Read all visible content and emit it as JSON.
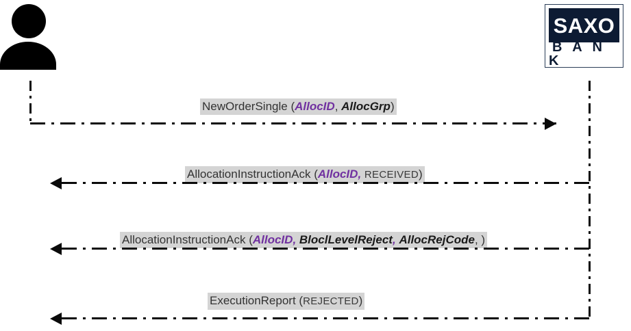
{
  "diagram": {
    "type": "uml-sequence-diagram",
    "background_color": "#ffffff",
    "accent_color": "#7030a0",
    "line_color": "#0a0a0a",
    "label_background_color": "#d4d4d4",
    "brand_navy": "#0d1b33"
  },
  "participants": {
    "left": {
      "icon": "user-actor-icon",
      "label": ""
    },
    "right": {
      "icon": "saxo-bank-logo",
      "logo_line_1": "SAXO",
      "logo_line_2": "B A N K"
    }
  },
  "messages": [
    {
      "direction": "left-to-right",
      "name": "NewOrderSingle",
      "open_paren": " (",
      "close_paren": ")",
      "params": [
        {
          "text": "AllocID",
          "style": "highlight"
        },
        {
          "text": ", ",
          "style": "plain"
        },
        {
          "text": "AllocGrp",
          "style": "field"
        }
      ],
      "full_text": "NewOrderSingle (AllocID, AllocGrp)"
    },
    {
      "direction": "right-to-left",
      "name": "AllocationInstructionAck",
      "open_paren": " (",
      "close_paren": ")",
      "params": [
        {
          "text": "AllocID",
          "style": "highlight"
        },
        {
          "text": ",",
          "style": "highlight-sep"
        },
        {
          "text": " ",
          "style": "plain"
        },
        {
          "text": "RECEIVED",
          "style": "status"
        }
      ],
      "full_text": "AllocationInstructionAck (AllocID, RECEIVED)"
    },
    {
      "direction": "right-to-left",
      "name": "AllocationInstructionAck",
      "open_paren": " (",
      "close_paren": ")",
      "params": [
        {
          "text": "AllocID",
          "style": "highlight"
        },
        {
          "text": ",",
          "style": "highlight-sep"
        },
        {
          "text": " ",
          "style": "plain"
        },
        {
          "text": "BloclLevelReject",
          "style": "field"
        },
        {
          "text": ",",
          "style": "highlight-sep"
        },
        {
          "text": " ",
          "style": "plain"
        },
        {
          "text": "AllocRejCode",
          "style": "field"
        },
        {
          "text": ", ",
          "style": "plain"
        }
      ],
      "full_text": "AllocationInstructionAck (AllocID, BloclLevelReject, AllocRejCode, )"
    },
    {
      "direction": "right-to-left",
      "name": "ExecutionReport",
      "open_paren": " (",
      "close_paren": ")",
      "params": [
        {
          "text": "REJECTED",
          "style": "status"
        }
      ],
      "full_text": "ExecutionReport (REJECTED)"
    }
  ]
}
